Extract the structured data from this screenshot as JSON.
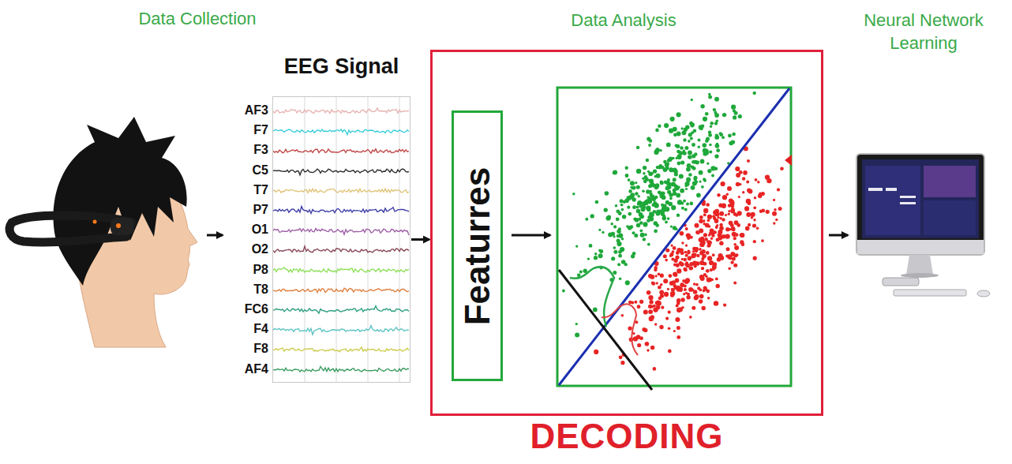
{
  "diagram": {
    "nodes": [
      {
        "text": [
          "EEG Signal"
        ]
      },
      {
        "text": [
          "DECODING"
        ]
      },
      {
        "text": [
          "Featurres"
        ],
        "in": 1
      }
    ],
    "edges": [
      {
        "from": 0,
        "to": 1,
        "arrow": "to"
      }
    ],
    "labels": [
      "Data Collection",
      "Data Analysis",
      "Neural Network Learning",
      "AF3",
      "F7",
      "F3",
      "C5",
      "T7",
      "P7",
      "O1",
      "O2",
      "P8",
      "T8",
      "FC6",
      "F4",
      "F8",
      "AF4"
    ]
  }
}
